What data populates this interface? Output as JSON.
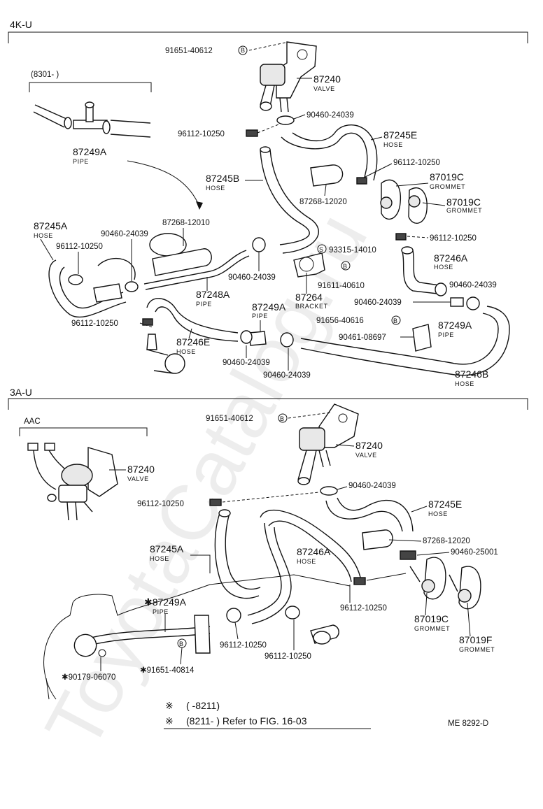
{
  "watermark": "ToyotaCatalog.ru",
  "sections": [
    {
      "title": "4K-U",
      "inset": {
        "label": "(8301-         )",
        "part": "87249A",
        "desc": "PIPE"
      },
      "parts": [
        {
          "no": "91651-40612",
          "mark": "B"
        },
        {
          "no": "87240",
          "desc": "VALVE"
        },
        {
          "no": "90460-24039"
        },
        {
          "no": "96112-10250"
        },
        {
          "no": "87245E",
          "desc": "HOSE"
        },
        {
          "no": "96112-10250"
        },
        {
          "no": "87019C",
          "desc": "GROMMET"
        },
        {
          "no": "87019C",
          "desc": "GROMMET"
        },
        {
          "no": "87245B",
          "desc": "HOSE"
        },
        {
          "no": "87268-12020"
        },
        {
          "no": "87268-12010"
        },
        {
          "no": "87245A",
          "desc": "HOSE"
        },
        {
          "no": "90460-24039"
        },
        {
          "no": "96112-10250"
        },
        {
          "no": "96112-10250"
        },
        {
          "no": "93315-14010",
          "mark": "S"
        },
        {
          "no": "87246A",
          "desc": "HOSE"
        },
        {
          "no": "90460-24039"
        },
        {
          "no": "91611-40610",
          "mark": "B"
        },
        {
          "no": "90460-24039"
        },
        {
          "no": "87248A",
          "desc": "PIPE"
        },
        {
          "no": "87264",
          "desc": "BRACKET"
        },
        {
          "no": "90460-24039"
        },
        {
          "no": "87249A",
          "desc": "PIPE"
        },
        {
          "no": "96112-10250"
        },
        {
          "no": "91656-40616",
          "mark": "B"
        },
        {
          "no": "87249A",
          "desc": "PIPE"
        },
        {
          "no": "87246E",
          "desc": "HOSE"
        },
        {
          "no": "90461-08697"
        },
        {
          "no": "90460-24039"
        },
        {
          "no": "90460-24039"
        },
        {
          "no": "87246B",
          "desc": "HOSE"
        }
      ]
    },
    {
      "title": "3A-U",
      "inset": {
        "label": "AAC",
        "part": "87240",
        "desc": "VALVE"
      },
      "parts": [
        {
          "no": "91651-40612",
          "mark": "B"
        },
        {
          "no": "87240",
          "desc": "VALVE"
        },
        {
          "no": "90460-24039"
        },
        {
          "no": "96112-10250"
        },
        {
          "no": "87245E",
          "desc": "HOSE"
        },
        {
          "no": "87268-12020"
        },
        {
          "no": "87245A",
          "desc": "HOSE"
        },
        {
          "no": "87246A",
          "desc": "HOSE"
        },
        {
          "no": "90460-25001"
        },
        {
          "no": "✱87249A",
          "desc": "PIPE"
        },
        {
          "no": "96112-10250"
        },
        {
          "no": "87019C",
          "desc": "GROMMET"
        },
        {
          "no": "96112-10250"
        },
        {
          "no": "87019F",
          "desc": "GROMMET"
        },
        {
          "no": "96112-10250"
        },
        {
          "no": "✱90179-06070"
        },
        {
          "no": "✱91651-40814",
          "mark": "B"
        }
      ]
    }
  ],
  "notes": [
    {
      "mark": "※",
      "text": "(         -8211)"
    },
    {
      "mark": "※",
      "text": "(8211-         ) Refer to FIG. 16-03"
    }
  ],
  "figure_code": "ME 8292-D"
}
